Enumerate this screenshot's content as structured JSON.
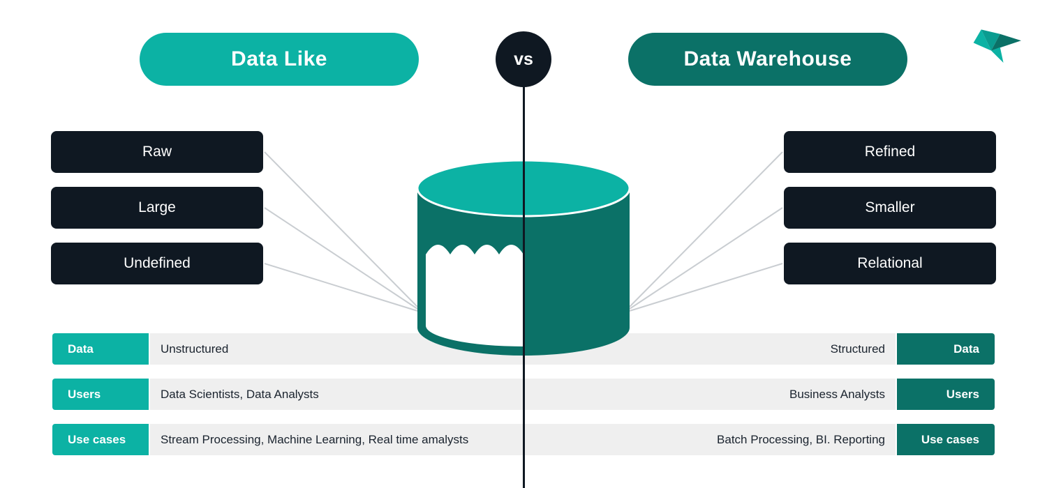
{
  "header": {
    "left_title": "Data Like",
    "vs": "vs",
    "right_title": "Data Warehouse"
  },
  "left_attributes": [
    "Raw",
    "Large",
    "Undefined"
  ],
  "right_attributes": [
    "Refined",
    "Smaller",
    "Relational"
  ],
  "rows": [
    {
      "label": "Data",
      "left": "Unstructured",
      "right": "Structured"
    },
    {
      "label": "Users",
      "left": "Data Scientists, Data Analysts",
      "right": "Business Analysts"
    },
    {
      "label": "Use cases",
      "left": "Stream Processing, Machine Learning, Real time amalysts",
      "right": "Batch Processing, BI. Reporting"
    }
  ],
  "icons": {
    "logo": "origami-bird-logo",
    "center_graphic": "database-cylinder-lake-icon"
  },
  "colors": {
    "teal": "#0CB2A4",
    "dark_teal": "#0B7167",
    "dark": "#0F1822",
    "row_bg": "#EFEFEF",
    "connector": "#C9CDD1",
    "background": "#FFFFFF"
  }
}
